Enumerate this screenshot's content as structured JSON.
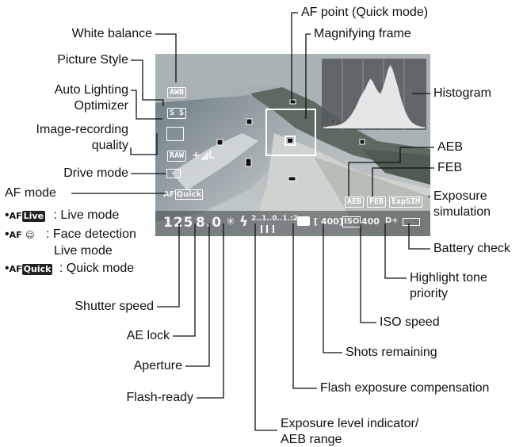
{
  "labels": {
    "white_balance": "White balance",
    "picture_style": "Picture Style",
    "alo_line1": "Auto Lighting",
    "alo_line2": "Optimizer",
    "irq_line1": "Image-recording",
    "irq_line2": "quality",
    "drive_mode": "Drive mode",
    "af_mode": "AF mode",
    "af_point": "AF point (Quick mode)",
    "magnifying_frame": "Magnifying frame",
    "histogram": "Histogram",
    "aeb": "AEB",
    "feb": "FEB",
    "exp_sim_line1": "Exposure",
    "exp_sim_line2": "simulation",
    "battery_check": "Battery check",
    "highlight_line1": "Highlight tone",
    "highlight_line2": "priority",
    "iso_speed": "ISO speed",
    "shots_remaining": "Shots remaining",
    "flash_comp": "Flash exposure compensation",
    "exposure_line1": "Exposure level indicator/",
    "exposure_line2": "AEB range",
    "flash_ready": "Flash-ready",
    "aperture": "Aperture",
    "ae_lock": "AE lock",
    "shutter_speed": "Shutter speed"
  },
  "af_modes": [
    {
      "prefix": "AF",
      "tag": "Live",
      "sep": ":",
      "text": "Live mode"
    },
    {
      "prefix": "AF",
      "tag": "☺",
      "sep": ":",
      "text": "Face detection",
      "text2": "Live mode"
    },
    {
      "prefix": "AF",
      "tag": "Quick",
      "sep": ":",
      "text": "Quick mode"
    }
  ],
  "screen": {
    "awb": "AWB",
    "picture_style": "S S",
    "raw": "RAW",
    "quality": "+◢L",
    "af_quick": "Quick",
    "af_prefix": "AF",
    "shutter": "125",
    "aperture": "8.0",
    "ae_lock_glyph": "✳",
    "flash_glyph": "ϟ",
    "exposure_scale": "2..1..0..1.:2",
    "shots": "[ 400]",
    "iso_label": "ISO",
    "iso_value": "400",
    "highlight": "D+",
    "aeb_badge": "AEB",
    "feb_badge": "FEB",
    "expsim_badge": "ExpSIM"
  },
  "histogram": [
    2,
    2,
    3,
    3,
    4,
    4,
    5,
    6,
    8,
    10,
    14,
    18,
    24,
    30,
    38,
    46,
    52,
    58,
    66,
    72,
    68,
    60,
    54,
    50,
    58,
    70,
    84,
    92,
    86,
    74,
    62,
    48,
    36,
    26,
    18,
    12,
    8,
    6,
    4,
    3,
    2,
    2
  ]
}
